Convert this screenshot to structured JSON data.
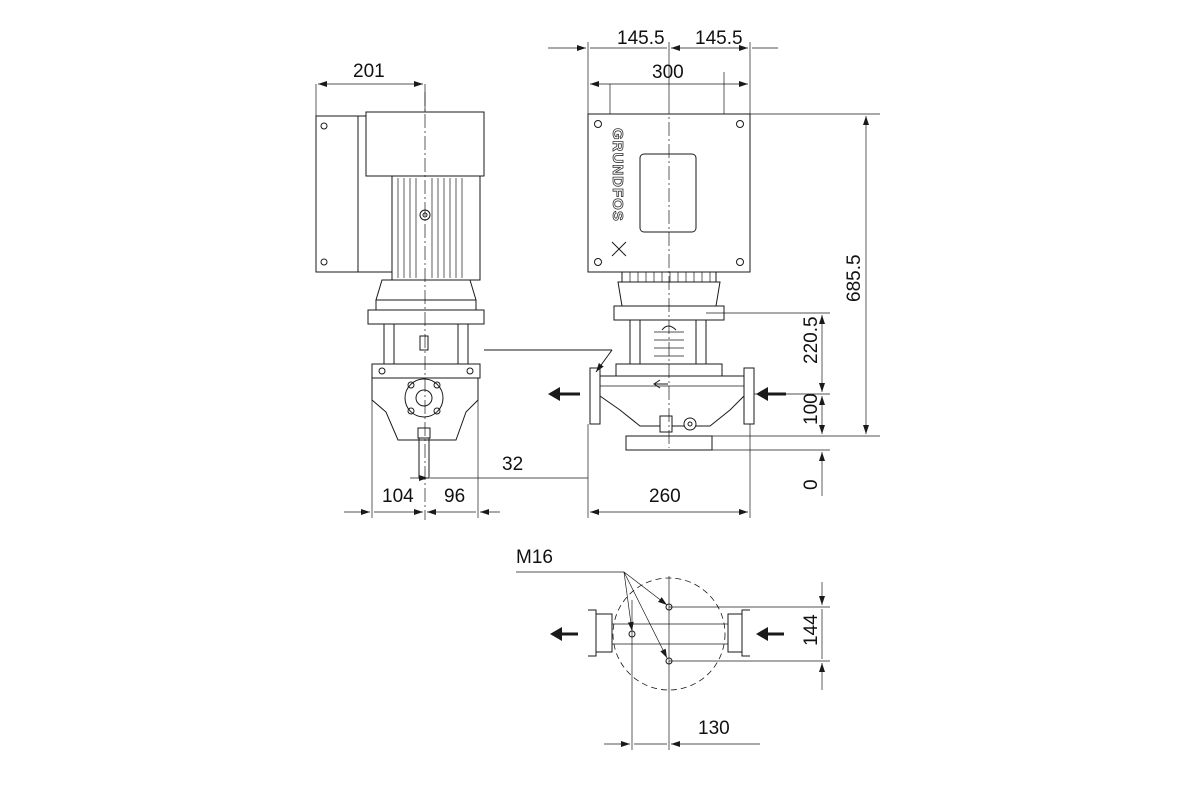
{
  "drawing": {
    "brand_logo": "GRUNDFOS",
    "thread_label": "M16",
    "dimensions": {
      "side_motor_width": "201",
      "front_half_left": "145.5",
      "front_half_right": "145.5",
      "front_width": "300",
      "total_height": "685.5",
      "flange_to_top": "220.5",
      "base_to_center": "100",
      "base_zero": "0",
      "offset": "32",
      "side_left": "104",
      "side_right": "96",
      "port_to_port": "260",
      "bolt_spacing_vertical": "144",
      "bolt_spacing_horizontal": "130"
    }
  }
}
